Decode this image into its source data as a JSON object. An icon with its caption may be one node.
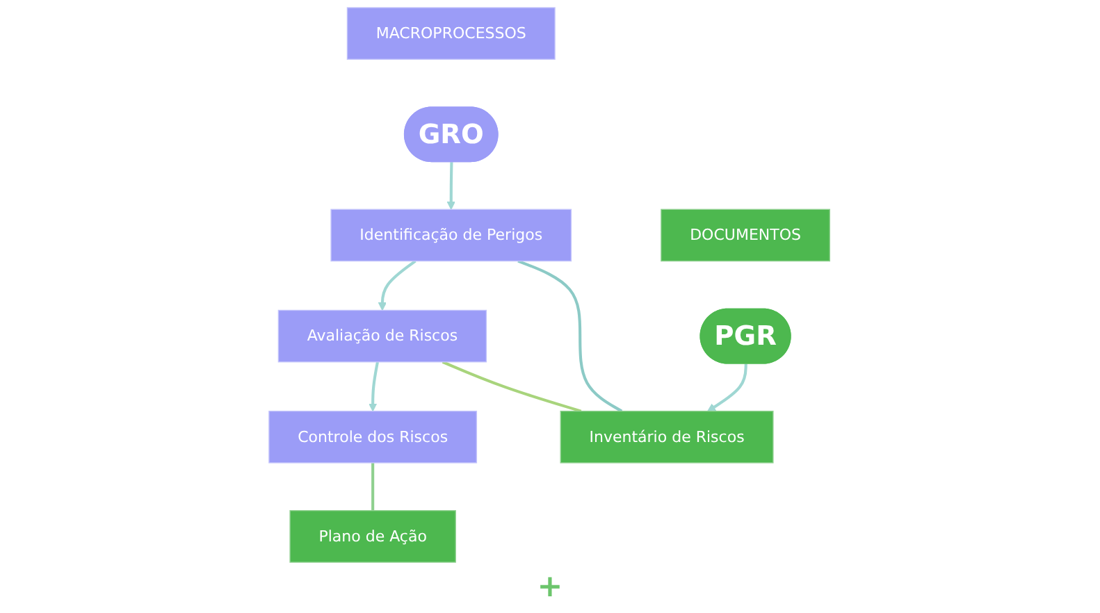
{
  "diagram": {
    "nodes": [
      {
        "text": [
          "MACROPROCESSOS"
        ]
      },
      {
        "text": [
          "DOCUMENTOS"
        ]
      },
      {
        "text": [
          "GRO"
        ]
      },
      {
        "text": [
          "PGR"
        ]
      },
      {
        "text": [
          "Identificação de Perigos"
        ]
      },
      {
        "text": [
          "Avaliação de Riscos"
        ]
      },
      {
        "text": [
          "Controle dos Riscos"
        ]
      },
      {
        "text": [
          "Inventário de Riscos"
        ]
      },
      {
        "text": [
          "Plano de Ação"
        ]
      }
    ],
    "edges": [
      {
        "from": 2,
        "to": 4,
        "arrow": "to"
      },
      {
        "from": 4,
        "to": 5,
        "arrow": "to"
      },
      {
        "from": 5,
        "to": 6,
        "arrow": "to"
      },
      {
        "from": 3,
        "to": 7,
        "arrow": "to"
      },
      {
        "from": 4,
        "to": 7,
        "arrow": "none",
        "color": "#8ccac6"
      },
      {
        "from": 5,
        "to": 7,
        "arrow": "none",
        "color": "#a8d47c"
      },
      {
        "from": 6,
        "to": 8,
        "arrow": "none",
        "color": "#8fd08f"
      }
    ],
    "labels": [
      "+"
    ]
  }
}
